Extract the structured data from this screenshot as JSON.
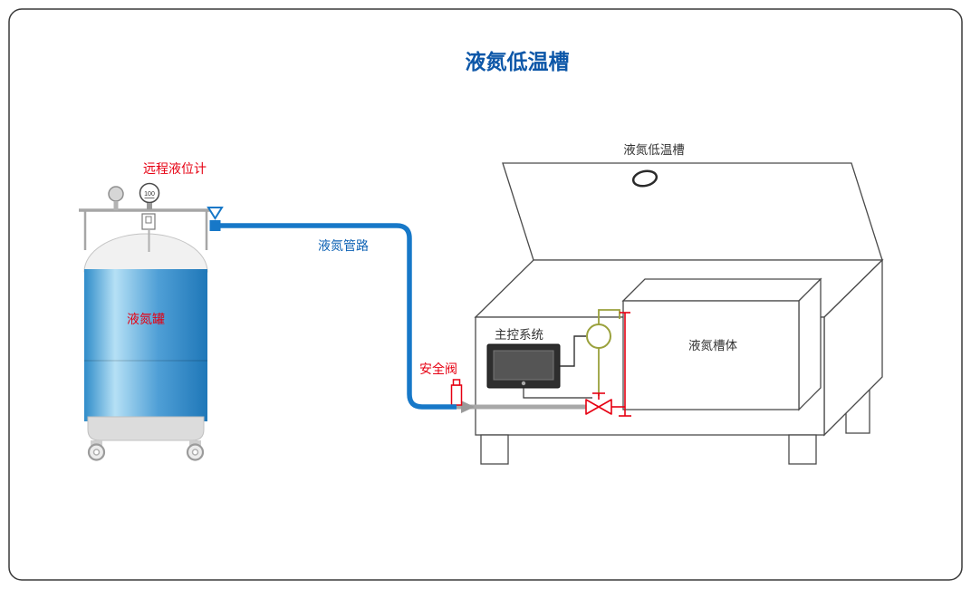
{
  "title": "液氮低温槽",
  "tank": {
    "label": "液氮罐",
    "level_gauge_label": "远程液位计",
    "gauge_value": "100"
  },
  "pipeline": {
    "label": "液氮管路"
  },
  "safety_valve": {
    "label": "安全阀"
  },
  "machine": {
    "label": "液氮低温槽",
    "control_system_label": "主控系统",
    "inner_tank_label": "液氮槽体"
  },
  "colors": {
    "title_blue": "#0d57a8",
    "label_blue": "#0d62b4",
    "label_red": "#e60012",
    "pipe_blue": "#1778c8",
    "pipe_gray": "#a8a8a8",
    "olive": "#9aa13c",
    "outline": "#4a4a4a",
    "tank_blue_dark": "#1f77b8",
    "tank_blue_light": "#b5e0f5"
  }
}
